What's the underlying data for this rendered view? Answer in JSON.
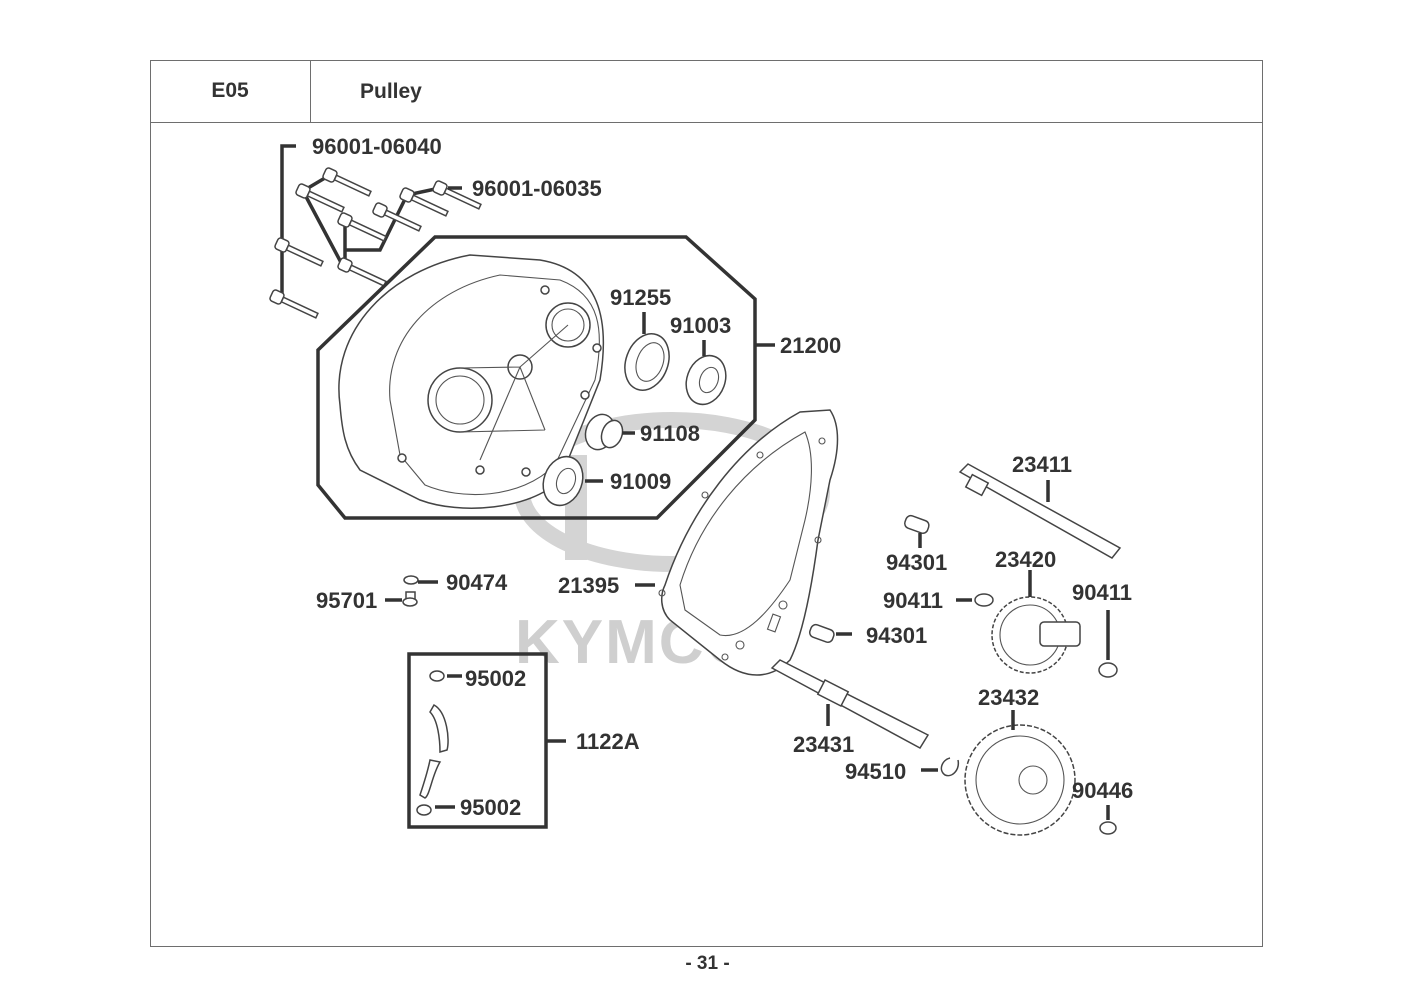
{
  "header": {
    "section_code": "E05",
    "section_title": "Pulley"
  },
  "watermark": {
    "brand": "KYMCO",
    "color": "#cfcfcf"
  },
  "callouts": {
    "bolt_long": "96001-06040",
    "bolt_short": "96001-06035",
    "oil_seal": "91255",
    "bearing_upper": "91003",
    "needle_bearing": "91108",
    "bearing_lower": "91009",
    "cover_assy": "21200",
    "gasket": "21395",
    "washer_drain": "90474",
    "drain_bolt": "95701",
    "breather_assy": "1122A",
    "clip_top": "95002",
    "clip_bottom": "95002",
    "drive_shaft": "23411",
    "dowel_pin_upper": "94301",
    "dowel_pin_lower": "94301",
    "counter_gear": "23420",
    "washer_left": "90411",
    "washer_right": "90411",
    "final_shaft": "23431",
    "final_gear": "23432",
    "circlip": "94510",
    "washer_final": "90446"
  },
  "footer": {
    "page_number": "- 31 -"
  }
}
